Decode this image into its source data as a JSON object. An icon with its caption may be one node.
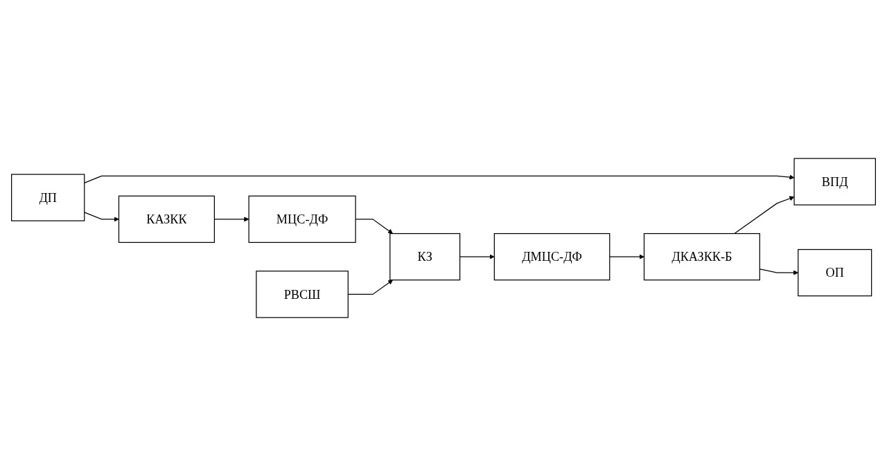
{
  "diagram": {
    "nodes": [
      {
        "text": [
          "ДП"
        ]
      },
      {
        "text": [
          "КАЗКК"
        ]
      },
      {
        "text": [
          "МЦС-ДФ"
        ]
      },
      {
        "text": [
          "ВПД"
        ]
      },
      {
        "text": [
          "КЗ"
        ]
      },
      {
        "text": [
          "РВСШ"
        ]
      },
      {
        "text": [
          "ДМЦС-ДФ"
        ]
      },
      {
        "text": [
          "ДКАЗКК-Б"
        ]
      },
      {
        "text": [
          "ОП"
        ]
      }
    ],
    "edges": [
      {
        "from": 0,
        "to": 1,
        "arrow": "to"
      },
      {
        "from": 0,
        "to": 3,
        "arrow": "to"
      },
      {
        "from": 1,
        "to": 2,
        "arrow": "to"
      },
      {
        "from": 2,
        "to": 4,
        "arrow": "to"
      },
      {
        "from": 5,
        "to": 4,
        "arrow": "to"
      },
      {
        "from": 4,
        "to": 6,
        "arrow": "to"
      },
      {
        "from": 6,
        "to": 7,
        "arrow": "to"
      },
      {
        "from": 7,
        "to": 3,
        "arrow": "to"
      },
      {
        "from": 7,
        "to": 8,
        "arrow": "to"
      }
    ]
  }
}
